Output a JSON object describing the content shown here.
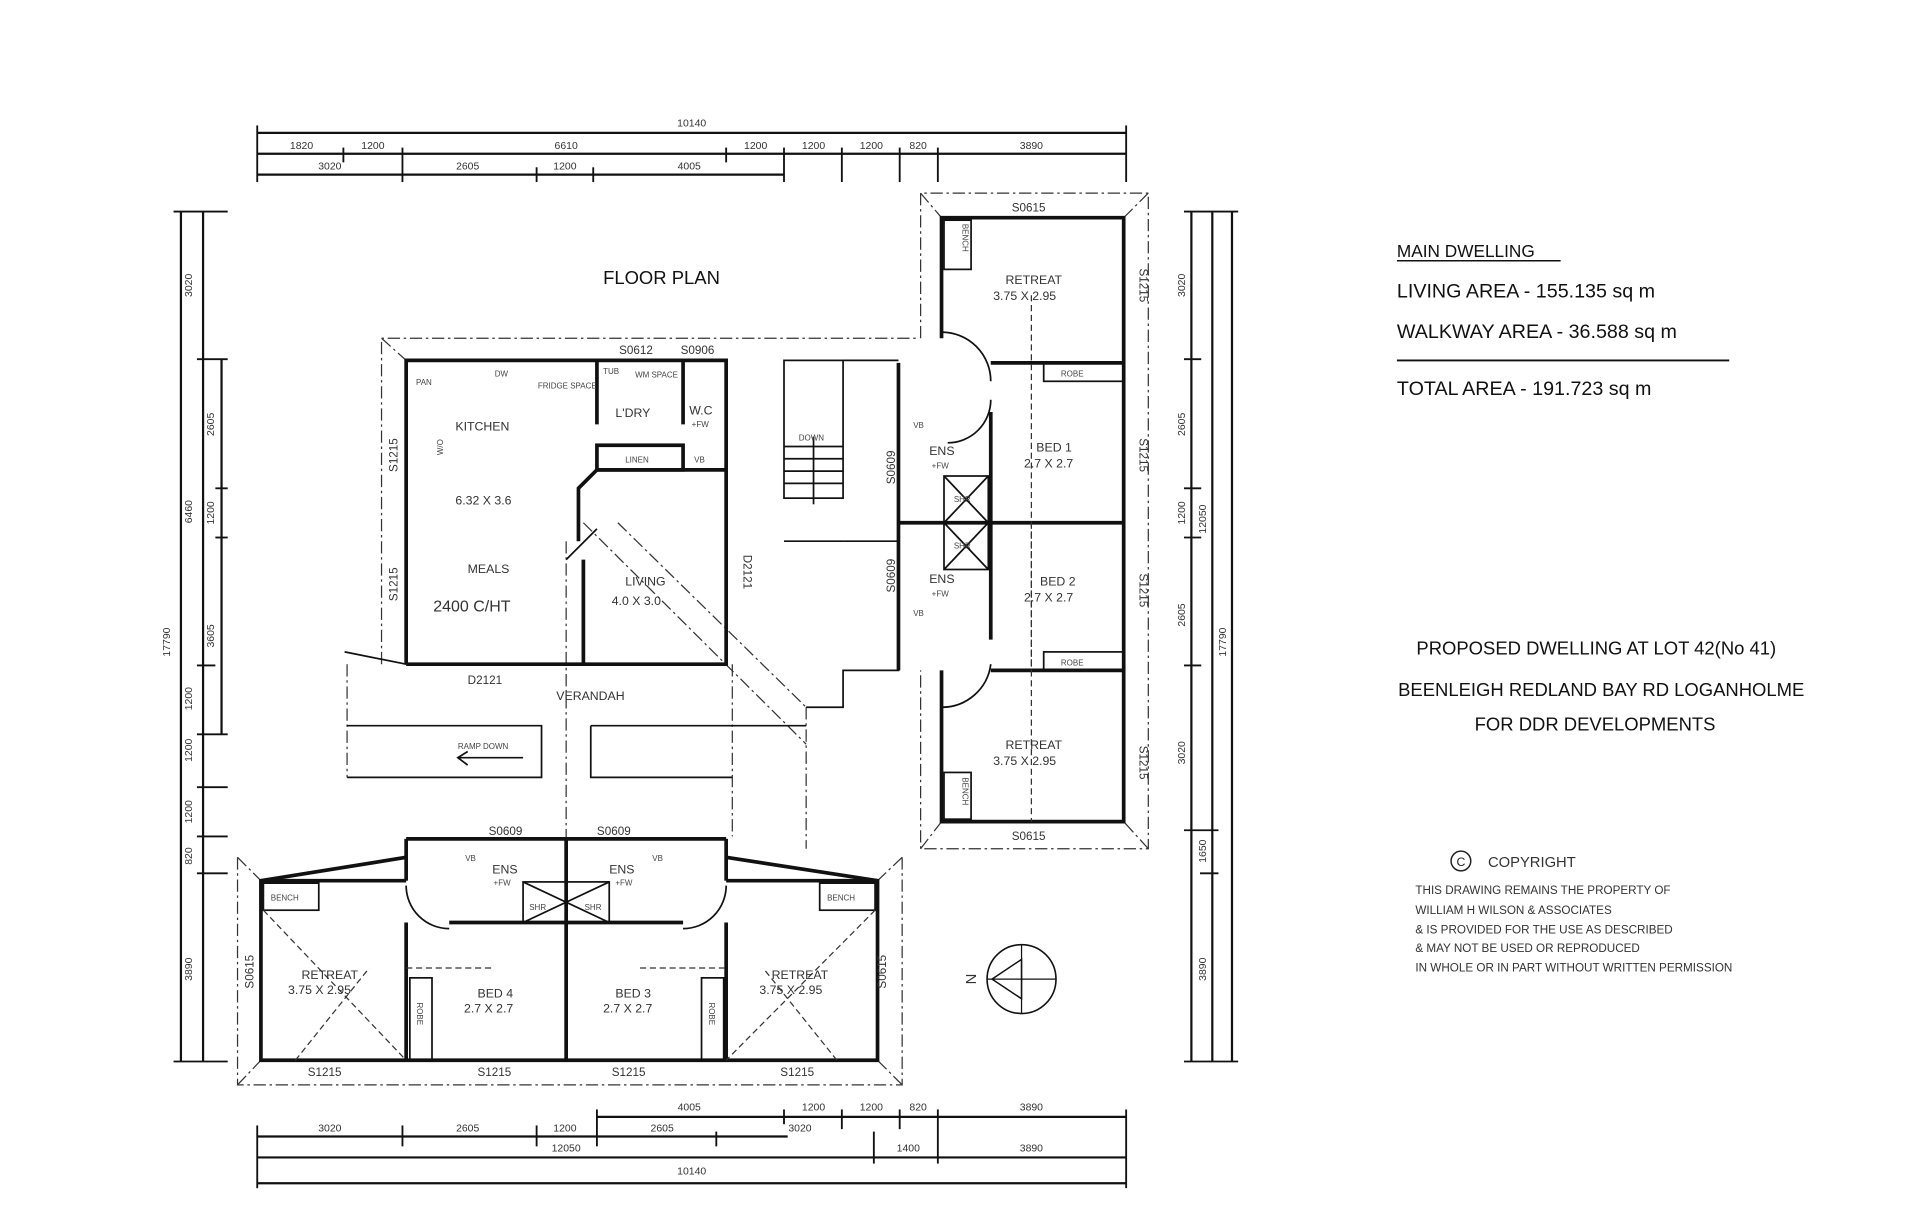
{
  "plan_title": "FLOOR PLAN",
  "areas": {
    "heading": "MAIN DWELLING",
    "living": "LIVING AREA - 155.135 sq m",
    "walkway": "WALKWAY AREA - 36.588 sq m",
    "total": "TOTAL AREA - 191.723 sq m"
  },
  "project": {
    "line1": "PROPOSED DWELLING AT LOT 42(No 41)",
    "line2": "BEENLEIGH REDLAND BAY RD LOGANHOLME",
    "line3": "FOR DDR DEVELOPMENTS"
  },
  "copyright": {
    "symbol": "C",
    "heading": "COPYRIGHT",
    "lines": [
      "THIS DRAWING REMAINS THE PROPERTY OF",
      "WILLIAM H WILSON & ASSOCIATES",
      "& IS PROVIDED FOR THE USE AS DESCRIBED",
      "& MAY NOT BE USED OR REPRODUCED",
      "IN WHOLE OR IN PART WITHOUT WRITTEN PERMISSION"
    ]
  },
  "north_label": "N",
  "dims_top": {
    "overall": "10140",
    "row1": [
      "1820",
      "1200",
      "6610",
      "1200",
      "1200",
      "1200",
      "820",
      "3890"
    ],
    "row2": [
      "3020",
      "2605",
      "1200",
      "4005"
    ]
  },
  "dims_bottom": {
    "row1": [
      "4005",
      "1200",
      "1200",
      "820",
      "3890"
    ],
    "row2": [
      "3020",
      "2605",
      "1200",
      "2605",
      "3020"
    ],
    "row3": [
      "12050",
      "1400",
      "3890"
    ],
    "overall": "10140"
  },
  "dims_left": {
    "overall": "17790",
    "col1": [
      "3020",
      "6460",
      "1200",
      "1200",
      "1200",
      "820",
      "3890"
    ],
    "col2": [
      "2605",
      "1200",
      "3605"
    ]
  },
  "dims_right": {
    "col1": [
      "3020",
      "2605",
      "1200",
      "2605",
      "3020",
      "1650",
      "3890"
    ],
    "col2": "12050",
    "col3": "17790"
  },
  "rooms": {
    "kitchen": "KITCHEN",
    "kitchen_size": "6.32 X 3.6",
    "meals": "MEALS",
    "ceiling": "2400 C/HT",
    "living": "LIVING",
    "living_size": "4.0 X 3.0",
    "laundry": "L'DRY",
    "wc": "W.C",
    "verandah": "VERANDAH",
    "ramp": "RAMP DOWN",
    "stairs": "DOWN",
    "retreat": "RETREAT",
    "retreat_size": "3.75 X 2.95",
    "bed1": "BED 1",
    "bed2": "BED 2",
    "bed3": "BED 3",
    "bed4": "BED 4",
    "bed_size": "2.7 X 2.7",
    "ens": "ENS",
    "fw": "+FW",
    "robe": "ROBE",
    "bench": "BENCH",
    "linen": "LINEN",
    "pan": "PAN",
    "dw": "DW",
    "fridge": "FRIDGE SPACE",
    "tub": "TUB",
    "wm": "WM SPACE",
    "vb": "VB",
    "shr": "SHR",
    "wo": "W/O"
  },
  "openings": {
    "s0612": "S0612",
    "s0906": "S0906",
    "s1215": "S1215",
    "d2121": "D2121",
    "s0615": "S0615",
    "s0609": "S0609"
  }
}
